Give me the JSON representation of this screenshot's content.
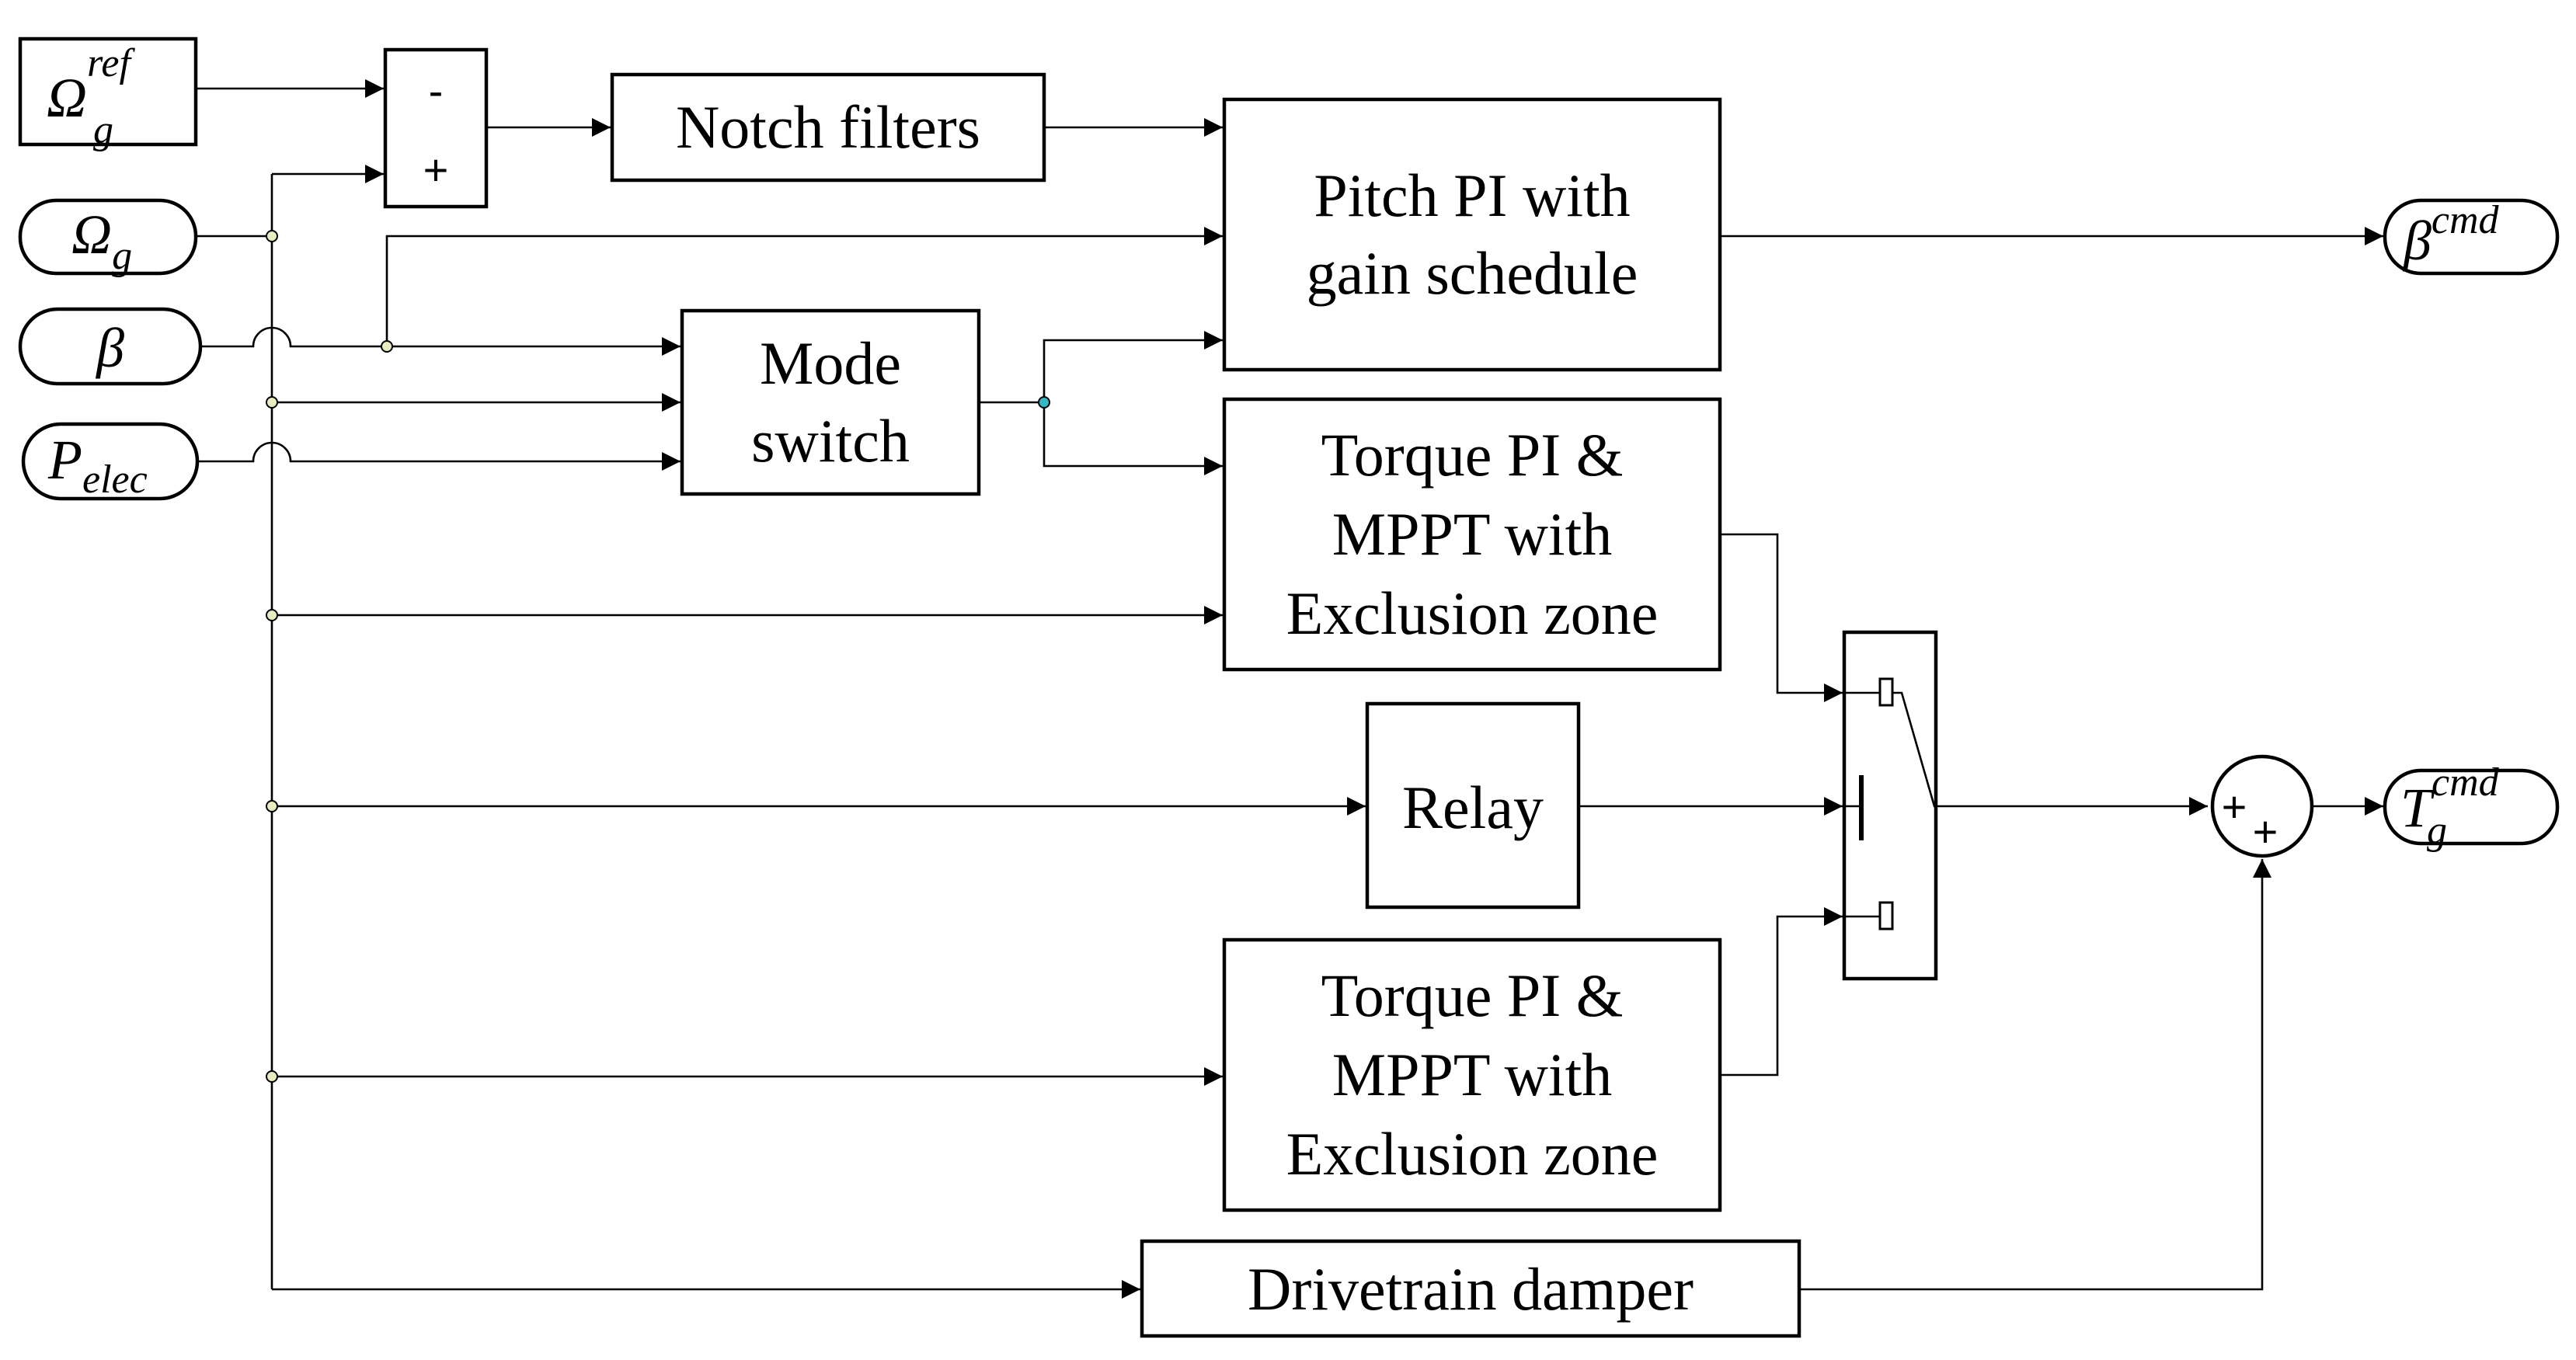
{
  "inputs": {
    "omega_ref": {
      "main": "Ω",
      "sub": "g",
      "sup": "ref"
    },
    "omega_g": {
      "main": "Ω",
      "sub": "g"
    },
    "beta": {
      "main": "β"
    },
    "p_elec": {
      "main": "P",
      "sub": "elec"
    }
  },
  "outputs": {
    "beta_cmd": {
      "main": "β",
      "sup": "cmd"
    },
    "torque_cmd": {
      "main": "T",
      "sub": "g",
      "sup": "cmd"
    }
  },
  "blocks": {
    "sum_signs": [
      "-",
      "+"
    ],
    "notch": "Notch filters",
    "pitch": [
      "Pitch PI with",
      "gain schedule"
    ],
    "mode": [
      "Mode",
      "switch"
    ],
    "torque_upper": [
      "Torque PI &",
      "MPPT with",
      "Exclusion zone"
    ],
    "relay": "Relay",
    "torque_lower": [
      "Torque PI &",
      "MPPT with",
      "Exclusion zone"
    ],
    "damper": "Drivetrain damper",
    "summer_signs": [
      "+",
      "+"
    ]
  },
  "colors": {
    "line": "#000000",
    "junction": "#e8ecc0",
    "junction_mode": "#35b6c9"
  }
}
